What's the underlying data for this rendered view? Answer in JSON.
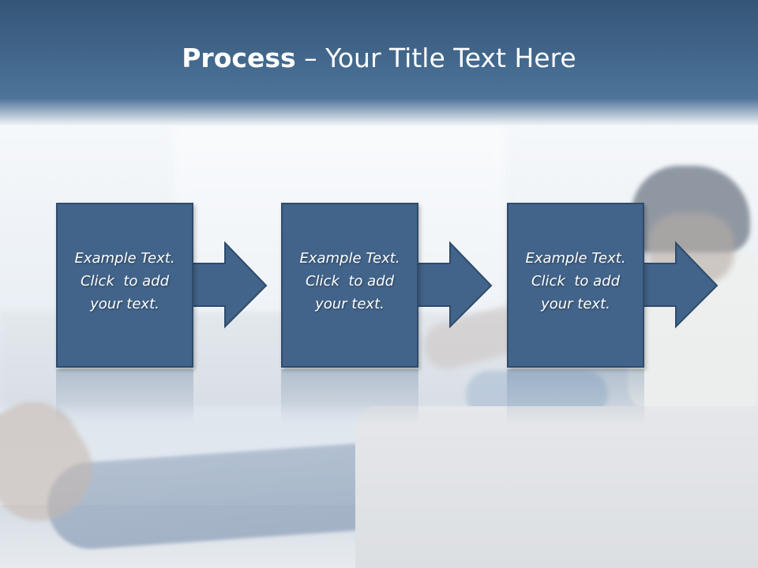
{
  "slide": {
    "title_bold": "Process",
    "title_rest": " – Your Title Text Here",
    "colors": {
      "header": "#456b90",
      "box_fill": "#42648a",
      "box_border": "#2f4b6b",
      "text": "#ffffff"
    }
  },
  "steps": [
    {
      "lines": [
        "Example Text.",
        "Click  to add",
        "your text."
      ]
    },
    {
      "lines": [
        "Example Text.",
        "Click  to add",
        "your text."
      ]
    },
    {
      "lines": [
        "Example Text.",
        "Click  to add",
        "your text."
      ]
    }
  ]
}
